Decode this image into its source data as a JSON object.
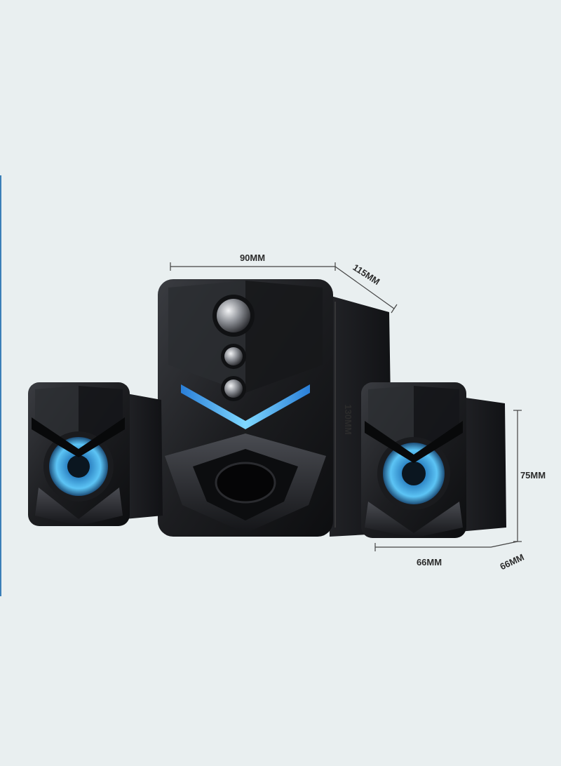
{
  "dimensions": {
    "sub_width": "90MM",
    "sub_depth": "115MM",
    "sub_height": "130MM",
    "sat_height": "75MM",
    "sat_width": "66MM",
    "sat_depth": "66MM"
  },
  "colors": {
    "background": "#e9eff0",
    "speaker_body": "#1b1c1f",
    "glow_blue": "#4fb6f0",
    "chrome": "#c9ccd0"
  }
}
